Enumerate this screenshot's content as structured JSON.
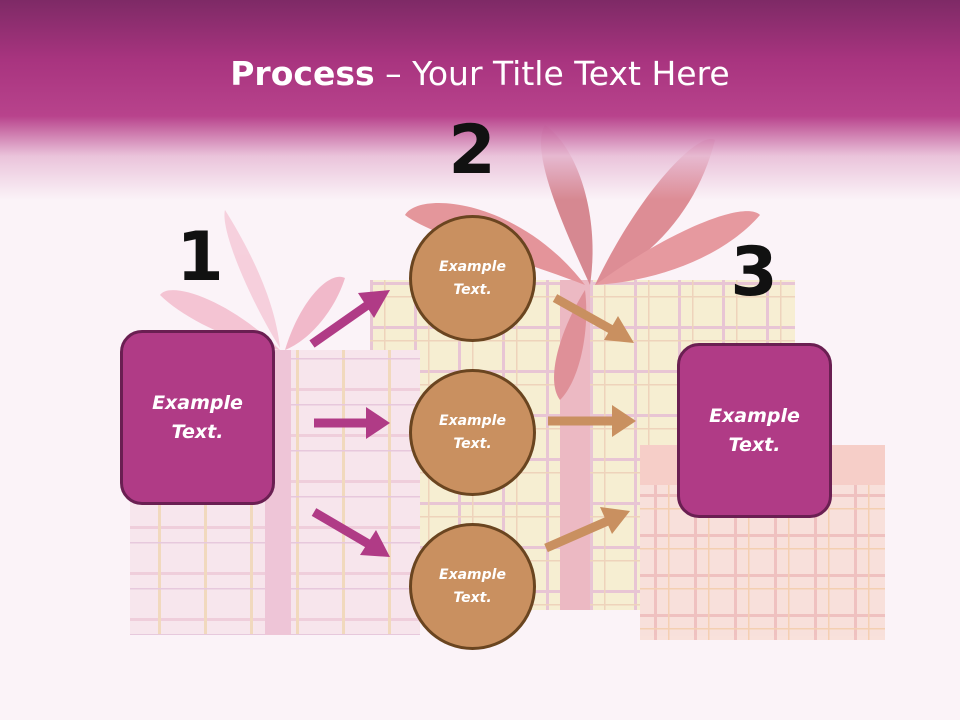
{
  "header": {
    "title_bold": "Process",
    "title_rest": " – Your Title Text Here"
  },
  "steps": [
    {
      "number": "1",
      "text": "Example Text."
    },
    {
      "number": "2",
      "text": "Example Text."
    },
    {
      "number": "3",
      "text": "Example Text."
    }
  ],
  "middle": [
    {
      "text": "Example Text."
    },
    {
      "text": "Example Text."
    },
    {
      "text": "Example Text."
    }
  ],
  "colors": {
    "header": "#b8438c",
    "box_fill": "#b03b86",
    "box_border": "#6a1f52",
    "circle_fill": "#c99060",
    "circle_border": "#6a4520",
    "arrow_left": "#b03b86",
    "arrow_right": "#c99060"
  },
  "background_image": "gift-boxes-photo"
}
